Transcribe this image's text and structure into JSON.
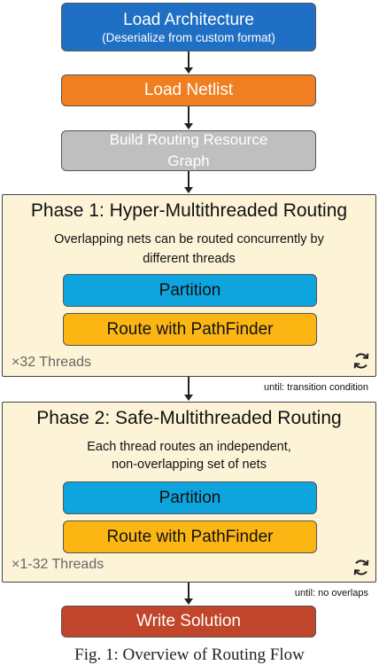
{
  "nodes": {
    "load_arch": {
      "line1": "Load Architecture",
      "line2": "(Deserialize from custom format)",
      "color": "#1f6fc4"
    },
    "load_netlist": {
      "label": "Load Netlist",
      "color": "#f07f22"
    },
    "build_rrg": {
      "line1": "Build Routing Resource",
      "line2": "Graph",
      "color": "#bfbfbf"
    },
    "write_solution": {
      "label": "Write Solution",
      "color": "#c0452a"
    }
  },
  "phase1": {
    "title": "Phase 1: Hyper-Multithreaded Routing",
    "desc_line1": "Overlapping nets can be routed concurrently by",
    "desc_line2": "different threads",
    "partition": "Partition",
    "route": "Route with PathFinder",
    "threads": "×32 Threads",
    "until": "until: transition condition"
  },
  "phase2": {
    "title": "Phase 2: Safe-Multithreaded Routing",
    "desc_line1": "Each thread routes an independent,",
    "desc_line2": "non-overlapping set of nets",
    "partition": "Partition",
    "route": "Route with PathFinder",
    "threads": "×1-32 Threads",
    "until": "until: no overlaps"
  },
  "colors": {
    "partition": "#0ea5df",
    "route": "#fbb614",
    "phase_bg": "#fdf3d6"
  },
  "icons": [
    "refresh-icon"
  ],
  "caption": "Fig. 1: Overview of Routing Flow"
}
